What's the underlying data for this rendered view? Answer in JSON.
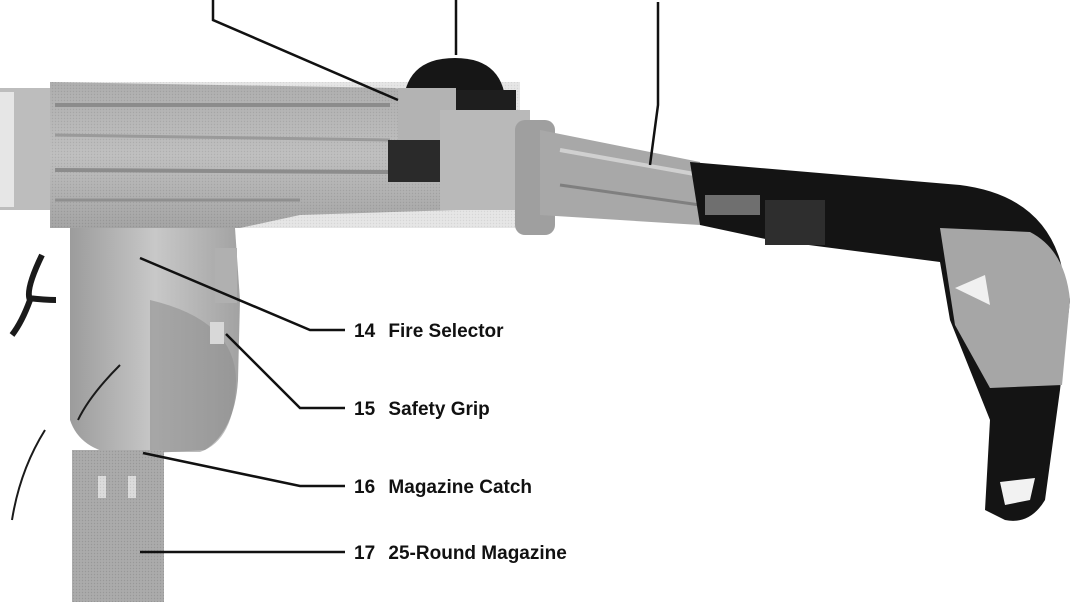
{
  "figure": {
    "callouts": [
      {
        "number": "14",
        "label": "Fire Selector"
      },
      {
        "number": "15",
        "label": "Safety Grip"
      },
      {
        "number": "16",
        "label": "Magazine Catch"
      },
      {
        "number": "17",
        "label": "25-Round Magazine"
      }
    ]
  }
}
